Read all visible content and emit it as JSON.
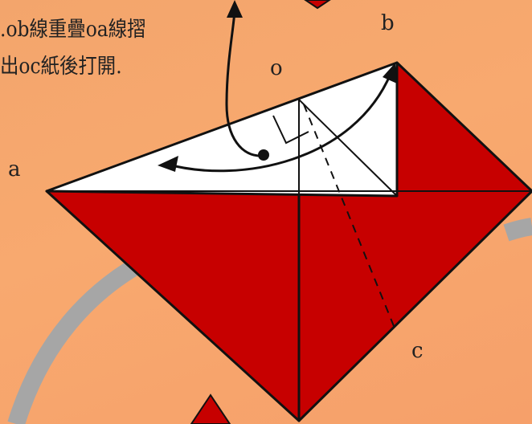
{
  "instructions": {
    "line1": ".ob線重疊oa線摺",
    "line2": "出oc紙後打開."
  },
  "labels": {
    "a": "a",
    "b": "b",
    "o": "o",
    "c": "c"
  },
  "colors": {
    "background": "#f6a56b",
    "paper_red": "#c70000",
    "paper_white": "#ffffff",
    "outline": "#111111",
    "arc_gray": "#a6a6a6"
  }
}
